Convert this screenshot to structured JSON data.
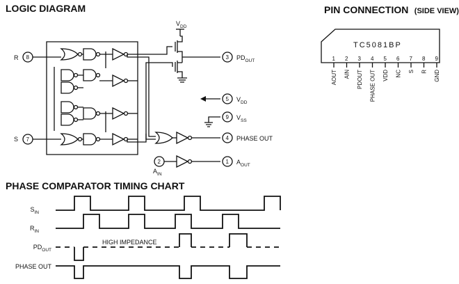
{
  "titles": {
    "logic": "LOGIC DIAGRAM",
    "pin": "PIN CONNECTION",
    "pin_view": "(SIDE VIEW)",
    "timing": "PHASE COMPARATOR TIMING CHART"
  },
  "logic": {
    "pin_R": "R",
    "pin_R_num": "8",
    "pin_S": "S",
    "pin_S_num": "7",
    "pin_pdout_num": "3",
    "pin_pdout_main": "PD",
    "pin_pdout_sub": "OUT",
    "pin_vdd_num": "5",
    "pin_vdd_main": "V",
    "pin_vdd_sub": "DD",
    "pin_vss_num": "9",
    "pin_vss_main": "V",
    "pin_vss_sub": "SS",
    "pin_phase_num": "4",
    "pin_phase_label": "PHASE OUT",
    "pin_ain_num": "2",
    "pin_ain_main": "A",
    "pin_ain_sub": "IN",
    "pin_aout_num": "1",
    "pin_aout_main": "A",
    "pin_aout_sub": "OUT",
    "vdd_top_main": "V",
    "vdd_top_sub": "DD"
  },
  "chip": {
    "name": "TC5081BP",
    "pin_numbers": [
      "1",
      "2",
      "3",
      "4",
      "5",
      "6",
      "7",
      "8",
      "9"
    ],
    "pin_labels": [
      "AOUT",
      "AIN",
      "PDOUT",
      "PHASE OUT",
      "VDD",
      "NC",
      "S",
      "R",
      "GND"
    ]
  },
  "timing": {
    "signals": [
      {
        "main": "S",
        "sub": "IN"
      },
      {
        "main": "R",
        "sub": "IN"
      },
      {
        "main": "PD",
        "sub": "OUT"
      },
      {
        "main": "PHASE OUT",
        "sub": ""
      }
    ],
    "note": "HIGH IMPEDANCE"
  }
}
